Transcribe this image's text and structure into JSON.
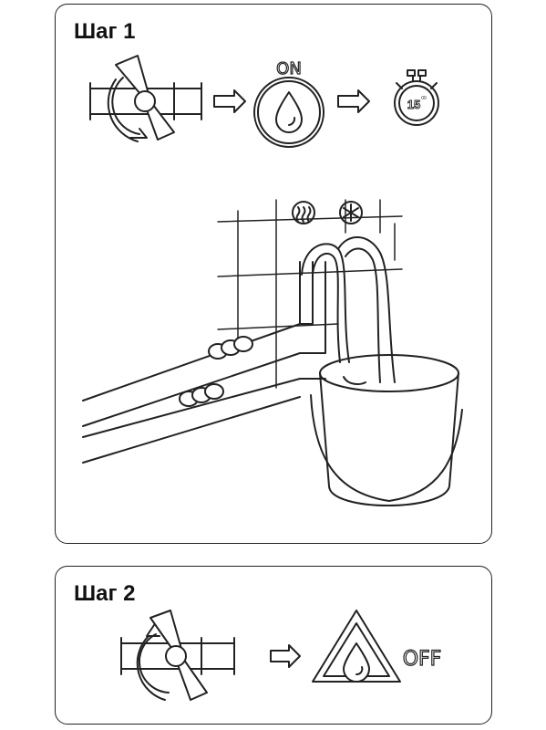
{
  "step1": {
    "title": "Шаг 1",
    "on_label": "ON",
    "timer_label": "15",
    "timer_unit": "00"
  },
  "step2": {
    "title": "Шаг 2",
    "off_label": "OFF"
  },
  "colors": {
    "line": "#222222",
    "background": "#ffffff"
  }
}
